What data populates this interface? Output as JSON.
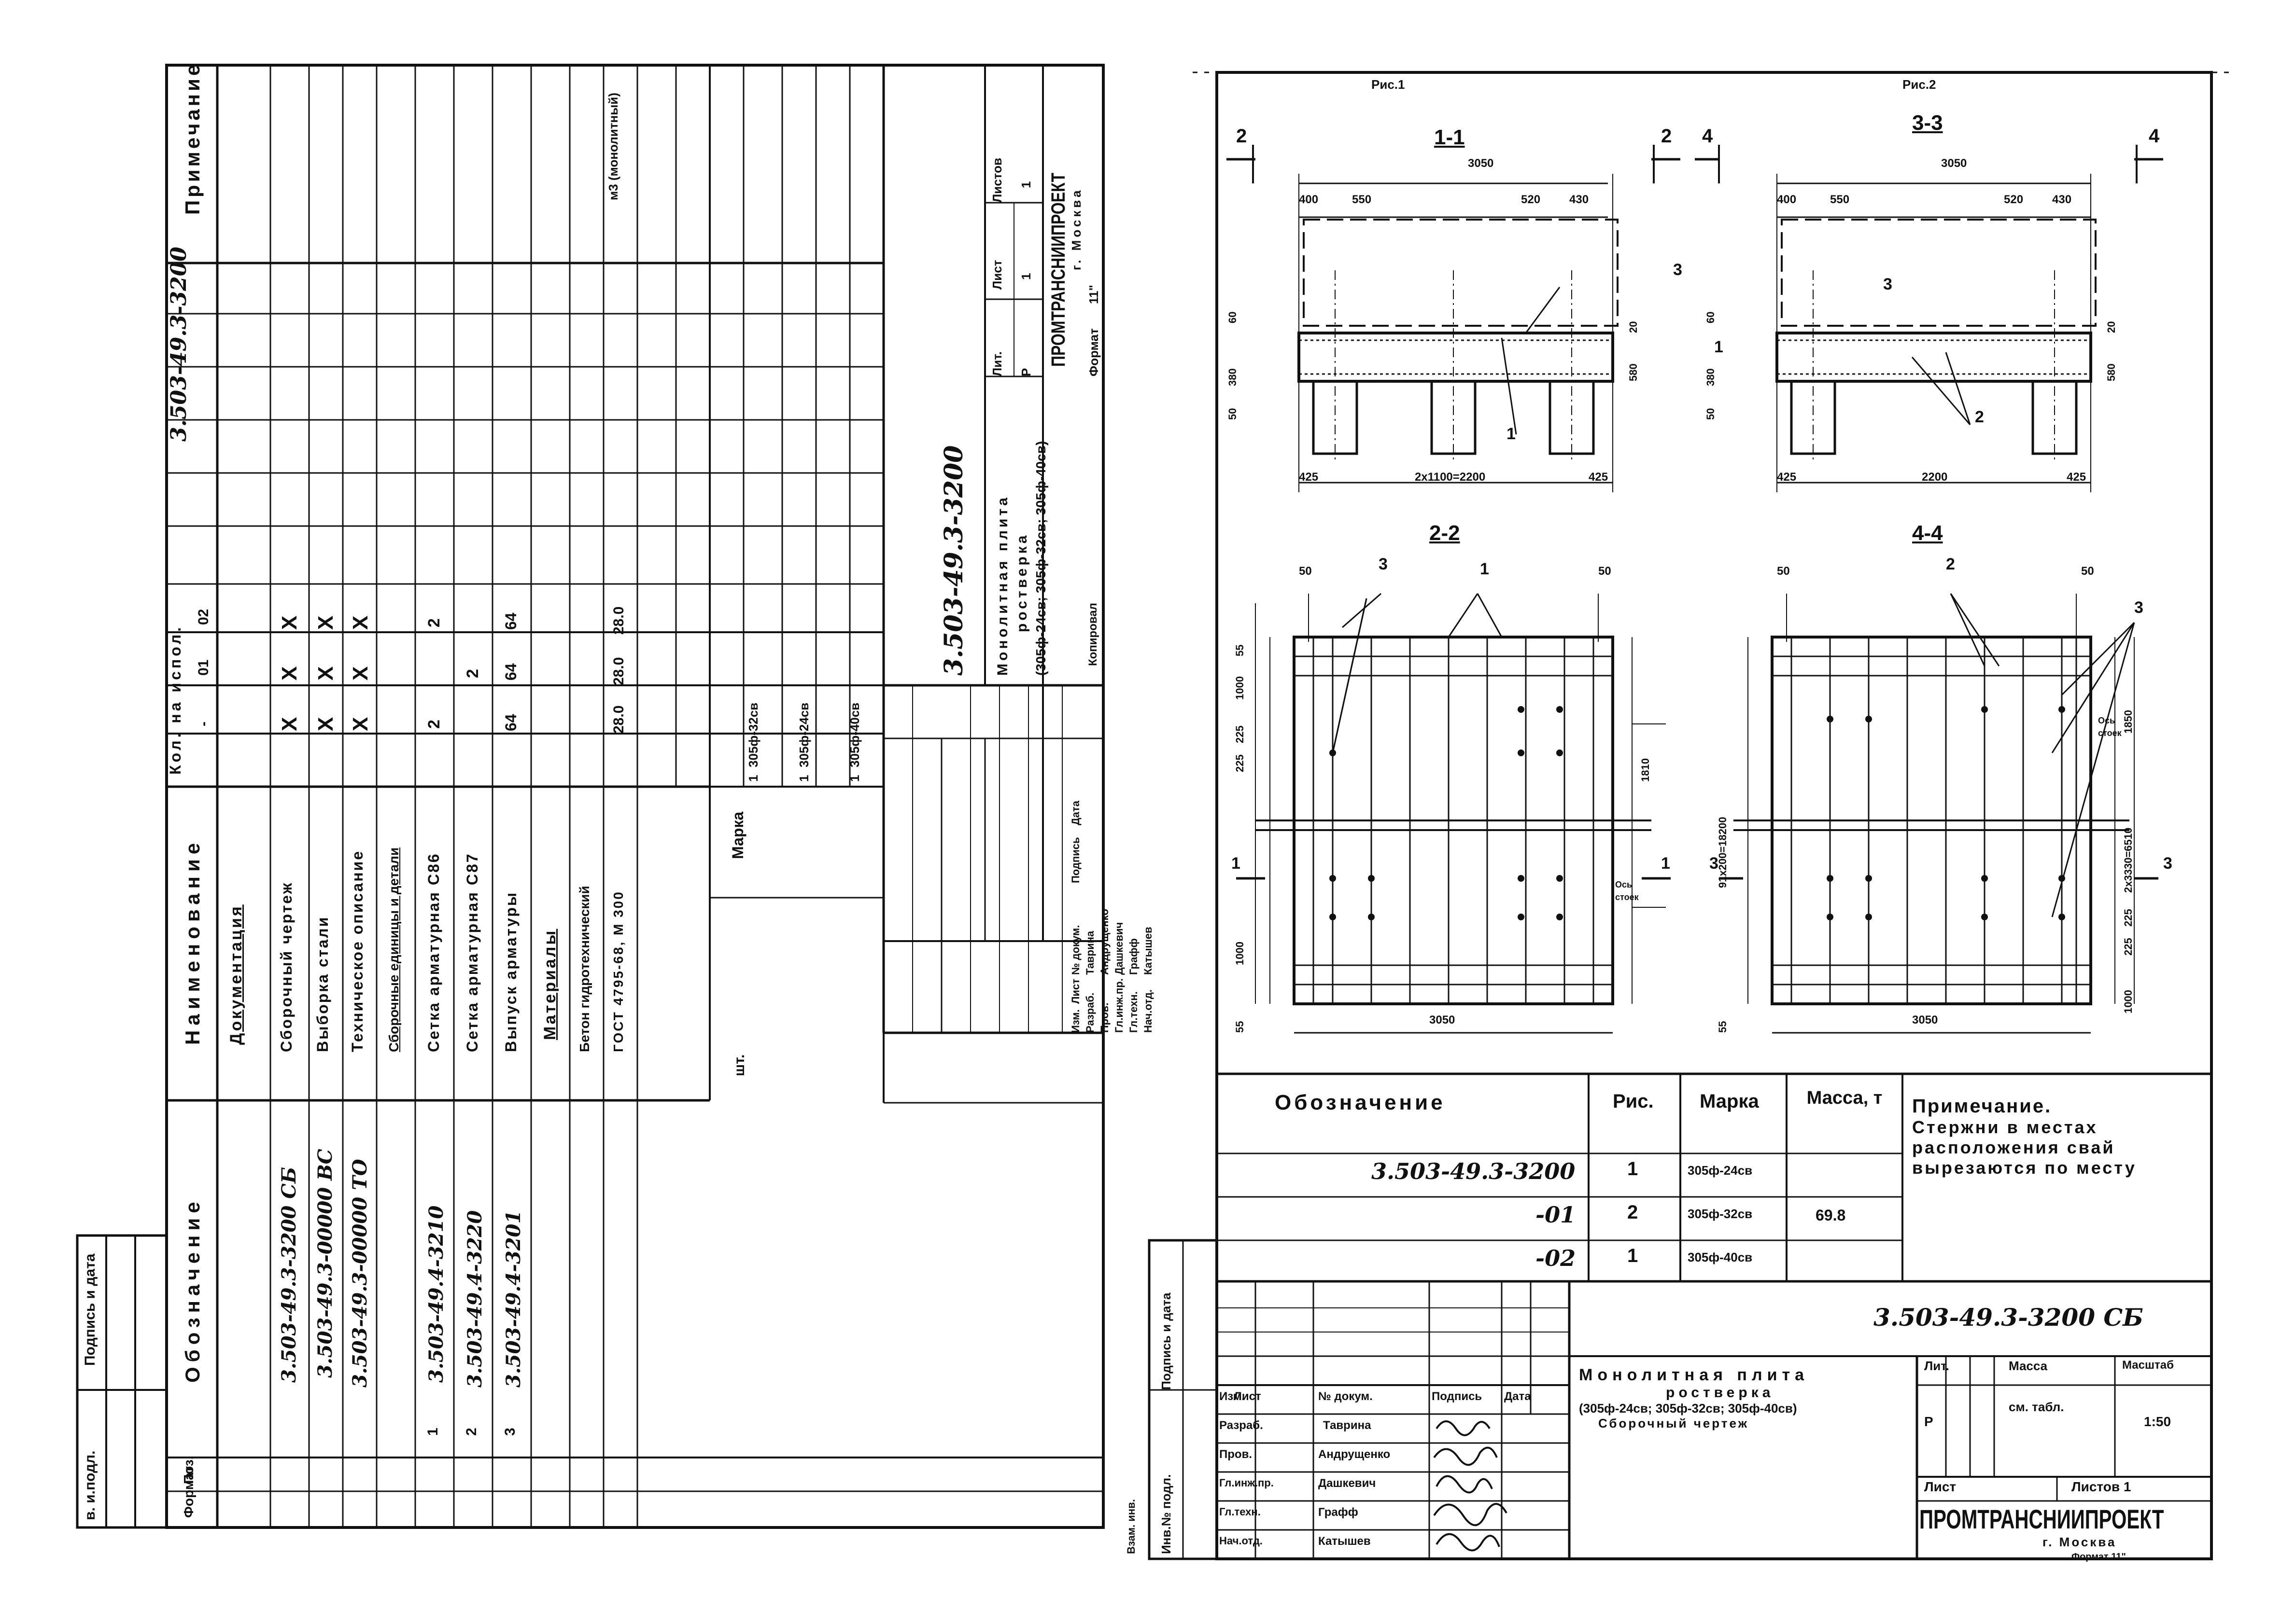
{
  "left_sheet": {
    "side_stamp": {
      "inv_no": "в. и.подл.",
      "signature_date": "Подпись и дата"
    },
    "headers": {
      "format": "Формат",
      "zone": "Зона",
      "position": "Поз.",
      "designation": "Обозначение",
      "name": "Наименование",
      "qty_label": "Кол. на испол.",
      "qty_cols": [
        "-",
        "01",
        "02"
      ],
      "note": "Примечание",
      "doc_code": "3.503-49.3-3200"
    },
    "rows": [
      {
        "pos": "",
        "designation": "",
        "name": "Документация",
        "q0": "",
        "q1": "",
        "q2": "",
        "note": ""
      },
      {
        "pos": "",
        "designation": "3.503-49.3-3200 СБ",
        "name": "Сборочный чертеж",
        "q0": "X",
        "q1": "X",
        "q2": "X",
        "note": ""
      },
      {
        "pos": "",
        "designation": "3.503-49.3-00000 ВС",
        "name": "Выборка стали",
        "q0": "X",
        "q1": "X",
        "q2": "X",
        "note": ""
      },
      {
        "pos": "",
        "designation": "3.503-49.3-00000 ТО",
        "name": "Техническое описание",
        "q0": "X",
        "q1": "X",
        "q2": "X",
        "note": ""
      },
      {
        "pos": "",
        "designation": "",
        "name": "Сборочные единицы и детали",
        "q0": "",
        "q1": "",
        "q2": "",
        "note": ""
      },
      {
        "pos": "1",
        "designation": "3.503-49.4-3210",
        "name": "Сетка арматурная С86",
        "q0": "2",
        "q1": "",
        "q2": "2",
        "note": ""
      },
      {
        "pos": "2",
        "designation": "3.503-49.4-3220",
        "name": "Сетка арматурная С87",
        "q0": "",
        "q1": "2",
        "q2": "",
        "note": ""
      },
      {
        "pos": "3",
        "designation": "3.503-49.4-3201",
        "name": "Выпуск арматуры",
        "q0": "64",
        "q1": "64",
        "q2": "64",
        "note": ""
      },
      {
        "pos": "",
        "designation": "",
        "name": "Материалы",
        "q0": "",
        "q1": "",
        "q2": "",
        "note": ""
      },
      {
        "pos": "",
        "designation": "",
        "name": "Бетон гидротехнический",
        "q0": "",
        "q1": "",
        "q2": "",
        "note": ""
      },
      {
        "pos": "",
        "designation": "",
        "name": "ГОСТ 4795-68, М 300",
        "q0": "28.0",
        "q1": "28.0",
        "q2": "28.0",
        "note": "м3 (монолитный)"
      }
    ],
    "mark_block": {
      "label": "Марка",
      "unit": "шт.",
      "marks": [
        "305ф-24св",
        "305ф-32св",
        "305ф-40св"
      ],
      "counts": [
        "1",
        "1",
        "1"
      ]
    },
    "title_block": {
      "code": "3.503-49.3-3200",
      "title_lines": [
        "Монолитная плита",
        "ростверка",
        "(305ф-24св; 305ф-32св; 305ф-40св)"
      ],
      "lit_label": "Лит.",
      "sheet_label": "Лист",
      "sheets_label": "Листов",
      "lit_value": "Р",
      "sheet_value": "1",
      "sheets_value": "1",
      "org": "ПРОМТРАНСНИИПРОЕКТ",
      "city": "г. Москва",
      "format_label": "Формат",
      "format_value": "11\"",
      "copied": "Копировал",
      "col_heads": [
        "Изм.",
        "Лист",
        "№ докум.",
        "Подпись",
        "Дата"
      ],
      "staff": [
        {
          "role": "Разраб.",
          "name": "Таврина"
        },
        {
          "role": "Пров.",
          "name": "Андрущенко"
        },
        {
          "role": "Гл.инж.пр.",
          "name": "Дашкевич"
        },
        {
          "role": "Гл.техн.",
          "name": "Графф"
        },
        {
          "role": "Нач.отд.",
          "name": "Катышев"
        }
      ]
    }
  },
  "right_sheet": {
    "fig_labels": [
      "Рис.1",
      "Рис.2"
    ],
    "sections": {
      "s11": {
        "title": "1-1",
        "total": "3050",
        "dims_top": [
          "400",
          "550",
          "520",
          "430"
        ],
        "dims_bottom": [
          "425",
          "2х1100=2200",
          "425"
        ],
        "dims_left": [
          "50",
          "380",
          "60"
        ],
        "dims_mid": [
          "580",
          "20"
        ],
        "callout": "1",
        "callout3": "3",
        "cut_right": "2",
        "cut_left": "2"
      },
      "s33": {
        "title": "3-3",
        "total": "3050",
        "dims_top": [
          "400",
          "550",
          "520",
          "430"
        ],
        "dims_bottom": [
          "425",
          "2200",
          "425"
        ],
        "dims_left": [
          "50",
          "380",
          "60"
        ],
        "dims_mid": [
          "580",
          "20"
        ],
        "callout": "2",
        "callout3": "3",
        "callout1": "1",
        "cut_right": "4",
        "cut_left": "4"
      },
      "s22": {
        "title": "2-2",
        "width": "3050",
        "left_dims": [
          "55",
          "1000",
          "225",
          "225",
          "1000",
          "55"
        ],
        "right_dims": [
          "1810"
        ],
        "edge": "50",
        "callout_mesh": "1",
        "callout_bars": "3",
        "axis": "Ось стоек",
        "cut": "1"
      },
      "s44": {
        "title": "4-4",
        "width": "3050",
        "left_dims": [
          "55",
          "91х200=18200"
        ],
        "right_dims": [
          "1850",
          "2х3330=6510",
          "1000",
          "225",
          "225"
        ],
        "edge": "50",
        "callout_mesh": "2",
        "callout_bars": "3",
        "axis": "Ось стоек",
        "cut": "3"
      }
    },
    "spec_table": {
      "headers": [
        "Обозначение",
        "Рис.",
        "Марка",
        "Масса, т"
      ],
      "rows": [
        {
          "designation": "3.503-49.3-3200",
          "fig": "1",
          "mark": "305ф-24св",
          "mass": ""
        },
        {
          "designation": "-01",
          "fig": "2",
          "mark": "305ф-32св",
          "mass": "69.8"
        },
        {
          "designation": "-02",
          "fig": "1",
          "mark": "305ф-40св",
          "mass": ""
        }
      ]
    },
    "note": {
      "title": "Примечание.",
      "lines": [
        "Стержни в местах",
        "расположения свай",
        "вырезаются по месту"
      ]
    },
    "title_block": {
      "code": "3.503-49.3-3200 СБ",
      "title_lines": [
        "Монолитная плита",
        "ростверка",
        "(305ф-24св; 305ф-32св; 305ф-40св)",
        "Сборочный чертеж"
      ],
      "lit_label": "Лит.",
      "mass_label": "Масса",
      "scale_label": "Масштаб",
      "lit_value": "Р",
      "mass_value": "см. табл.",
      "scale_value": "1:50",
      "sheet_label": "Лист",
      "sheets_label": "Листов 1",
      "org": "ПРОМТРАНСНИИПРОЕКТ",
      "city": "г. Москва",
      "format_label": "Формат 11\"",
      "col_heads": [
        "Изм.",
        "Лист",
        "№ докум.",
        "Подпись",
        "Дата"
      ],
      "staff": [
        {
          "role": "Разраб.",
          "name": "Таврина"
        },
        {
          "role": "Пров.",
          "name": "Андрущенко"
        },
        {
          "role": "Гл.инж.пр.",
          "name": "Дашкевич"
        },
        {
          "role": "Гл.техн.",
          "name": "Графф"
        },
        {
          "role": "Нач.отд.",
          "name": "Катышев"
        }
      ],
      "side_stamp": {
        "inv_no": "Инв.№ подл.",
        "signature_date": "Подпись и дата",
        "inv_swap": "Взам. инв."
      }
    }
  }
}
